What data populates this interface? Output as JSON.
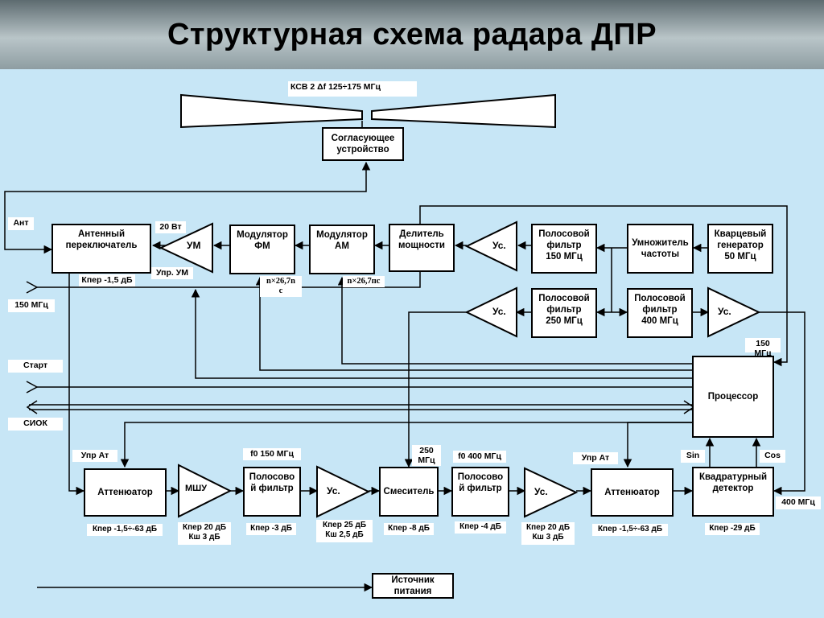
{
  "title": "Структурная схема радара ДПР",
  "blocks": {
    "matching": "Согласующее\nустройство",
    "ant_switch": "Антенный\nпереключатель",
    "mod_fm": "Модулятор\nФМ",
    "mod_am": "Модулятор\nАМ",
    "power_div": "Делитель\nмощности",
    "bpf150": "Полосовой\nфильтр\n150 МГц",
    "multiplier": "Умножитель\nчастоты",
    "quartz": "Кварцевый\nгенератор\n50 МГц",
    "bpf250": "Полосовой\nфильтр\n250 МГц",
    "bpf400": "Полосовой\nфильтр\n400 МГц",
    "processor": "Процессор",
    "atten1": "Аттенюатор",
    "lna": "МШУ",
    "bpf_rx1": "Полосово\nй фильтр",
    "mixer": "Смеситель",
    "bpf_rx2": "Полосово\nй фильтр",
    "atten2": "Аттенюатор",
    "quad": "Квадратурный\nдетектор",
    "psu": "Источник\nпитания"
  },
  "amplifiers": {
    "um": "УМ",
    "us_top": "Ус.",
    "us_mid": "Ус.",
    "us_400": "Ус.",
    "us_rx1": "Ус.",
    "us_rx2": "Ус."
  },
  "labels": {
    "ksv": "КСВ 2  Δf  125÷175 МГц",
    "ant": "Ант",
    "w20": "20 Вт",
    "upr_um": "Упр. УМ",
    "k_ant": "Кпер -1,5 дБ",
    "nx_fm": "n×26,7n\nс",
    "nx_am": "n×26,7пс",
    "f150": "150 МГц",
    "start": "Старт",
    "siok": "СИОК",
    "p150": "150\nМГц",
    "upr_at1": "Упр Ат",
    "f0_150": "f0 150 МГц",
    "f250": "250\nМГц",
    "f0_400": "f0 400 МГц",
    "upr_at2": "Упр Ат",
    "sin": "Sin",
    "cos": "Cos",
    "f400": "400 МГц",
    "k_att1": "Кпер -1,5÷-63 дБ",
    "k_lna": "Кпер 20 дБ\nКш 3 дБ",
    "k_bpf1": "Кпер -3 дБ",
    "k_us1": "Кпер 25 дБ\nКш 2,5 дБ",
    "k_mix": "Кпер -8 дБ",
    "k_bpf2": "Кпер -4 дБ",
    "k_us2": "Кпер 20 дБ\nКш 3 дБ",
    "k_att2": "Кпер -1,5÷-63 дБ",
    "k_quad": "Кпер -29 дБ"
  },
  "colors": {
    "background": "#c7e6f6",
    "header": "#8e9da2",
    "block": "#ffffff",
    "line": "#000000"
  }
}
